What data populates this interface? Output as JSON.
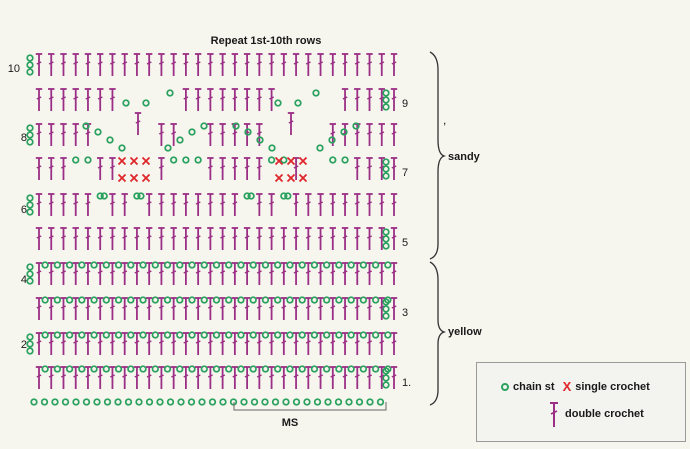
{
  "title": "Repeat 1st-10th rows",
  "row_numbers": {
    "left": [
      "10",
      "8",
      "6",
      "4",
      "2"
    ],
    "right": [
      "9",
      "7",
      "5",
      "3",
      "1."
    ]
  },
  "sections": [
    {
      "label": "sandy",
      "rows": "5-10"
    },
    {
      "label": "yellow",
      "rows": "1-4"
    }
  ],
  "comma_mark": ",",
  "foundation_label": "MS",
  "legend": {
    "chain": "chain st",
    "single": "single crochet",
    "double": "double crochet",
    "x_glyph": "X"
  },
  "colors": {
    "double_crochet": "#9b2f86",
    "chain_stitch": "#2aa15e",
    "single_crochet": "#e0262b",
    "background": "#f6f5ee"
  }
}
